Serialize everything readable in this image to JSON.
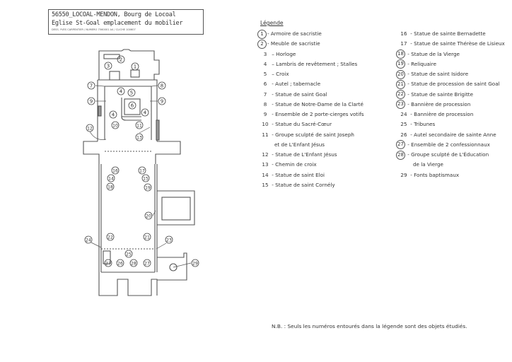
{
  "title_block": {
    "line1": "56550_LOCOAL-MENDON, Bourg de Locoal",
    "line2": "Eglise St-Goal emplacement du mobilier",
    "line3": "DESS. YVES CARPENTIER / NUMERO 7560001 A4 / CLICHE 100607"
  },
  "plan": {
    "labels": {
      "m1": "1",
      "m2": "2",
      "m3": "3",
      "m4a": "4",
      "m4b": "4",
      "m4c": "4",
      "m5": "5",
      "m6": "6",
      "m7": "7",
      "m8": "8",
      "m9a": "9",
      "m9b": "9",
      "m10": "10",
      "m11": "11",
      "m12": "12",
      "m13": "13",
      "m14": "14",
      "m15": "15",
      "m16": "16",
      "m17": "17",
      "m18": "18",
      "m19": "19",
      "m20": "20",
      "m21": "21",
      "m22": "22",
      "m23": "23",
      "m24": "24",
      "m25": "25",
      "m26": "26",
      "m27a": "27",
      "m27b": "27",
      "m28": "28",
      "m29": "29"
    }
  },
  "legend": {
    "title": "Légende",
    "left": [
      {
        "num": "1",
        "label": "- Armoire de sacristie",
        "circled": true
      },
      {
        "num": "2",
        "label": "- Meuble de sacristie",
        "circled": true
      },
      {
        "num": "3",
        "label": " – Horloge",
        "circled": false
      },
      {
        "num": "4",
        "label": " – Lambris de revêtement ; Stalles",
        "circled": false
      },
      {
        "num": "5",
        "label": " – Croix",
        "circled": false
      },
      {
        "num": "6",
        "label": " - Autel ; tabernacle",
        "circled": false
      },
      {
        "num": "7",
        "label": " - Statue de saint Goal",
        "circled": false
      },
      {
        "num": "8",
        "label": " - Statue de Notre-Dame de la Clarté",
        "circled": false
      },
      {
        "num": "9",
        "label": " - Ensemble de 2 porte-cierges votifs",
        "circled": false
      },
      {
        "num": "10",
        "label": " - Statue du Sacré-Cœur",
        "circled": false
      },
      {
        "num": "11",
        "label": " - Groupe sculpté de saint Joseph",
        "circled": false
      },
      {
        "num": "",
        "label": "et de L'Enfant Jésus",
        "circled": false,
        "continuation": true
      },
      {
        "num": "12",
        "label": " - Statue de L'Enfant Jésus",
        "circled": false
      },
      {
        "num": "13",
        "label": " - Chemin de croix",
        "circled": false
      },
      {
        "num": "14",
        "label": " - Statue de saint Eloi",
        "circled": false
      },
      {
        "num": "15",
        "label": " - Statue de saint Cornély",
        "circled": false
      }
    ],
    "right": [
      {
        "num": "16",
        "label": " - Statue de sainte Bernadette",
        "circled": false
      },
      {
        "num": "17",
        "label": " - Statue de sainte Thérèse de Lisieux",
        "circled": false
      },
      {
        "num": "18",
        "label": " - Statue de la Vierge",
        "circled": true
      },
      {
        "num": "19",
        "label": " - Reliquaire",
        "circled": true
      },
      {
        "num": "20",
        "label": " - Statue de saint Isidore",
        "circled": true
      },
      {
        "num": "21",
        "label": " - Statue de procession de saint Goal",
        "circled": true
      },
      {
        "num": "22",
        "label": " - Statue de sainte Brigitte",
        "circled": true
      },
      {
        "num": "23",
        "label": " - Bannière de procession",
        "circled": true
      },
      {
        "num": "24",
        "label": " - Bannière de procession",
        "circled": false
      },
      {
        "num": "25",
        "label": " - Tribunes",
        "circled": false
      },
      {
        "num": "26",
        "label": " - Autel secondaire de sainte Anne",
        "circled": false
      },
      {
        "num": "27",
        "label": " - Ensemble de 2 confessionnaux",
        "circled": true
      },
      {
        "num": "28",
        "label": " - Groupe sculpté de L'Éducation",
        "circled": true
      },
      {
        "num": "",
        "label": "de la Vierge",
        "circled": false,
        "continuation": true
      },
      {
        "num": "29",
        "label": " - Fonts baptismaux",
        "circled": false
      }
    ]
  },
  "note": "N.B. : Seuls les numéros entourés dans la légende sont des objets étudiés."
}
